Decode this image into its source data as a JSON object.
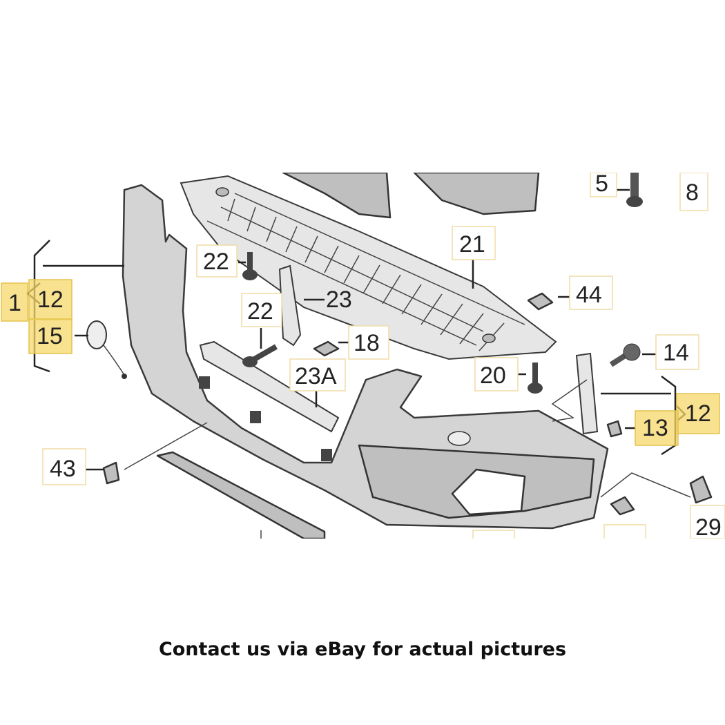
{
  "callouts": {
    "c1": "1",
    "c12_left": "12",
    "c15": "15",
    "c22_top": "22",
    "c22_mid": "22",
    "c23": "23",
    "c23a": "23A",
    "c18": "18",
    "c21": "21",
    "c44": "44",
    "c5": "5",
    "c8": "8",
    "c14": "14",
    "c20": "20",
    "c12_right": "12",
    "c13": "13",
    "c43": "43",
    "c29": "29"
  },
  "caption": "Contact us via eBay for actual pictures"
}
